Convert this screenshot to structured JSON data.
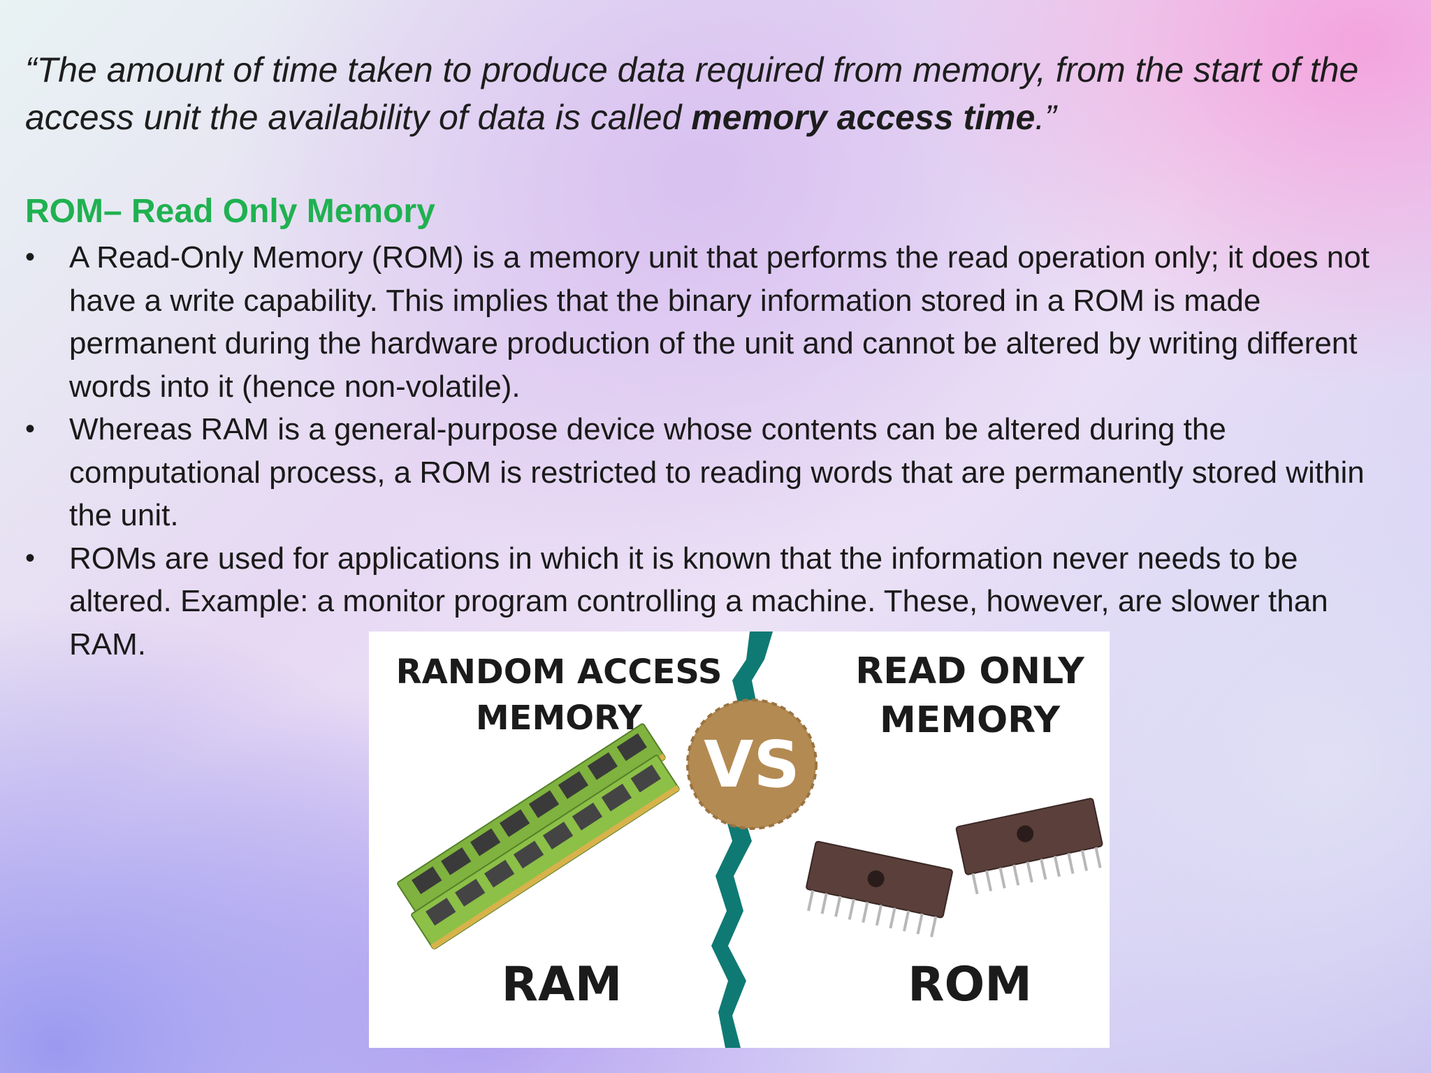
{
  "quote": {
    "open_mark": "“",
    "text_before": "The amount of time taken to produce data required from memory, from the start of the access unit the availability of data is called ",
    "bold_term": "memory access time",
    "text_after": ".”"
  },
  "section": {
    "heading": "ROM– Read Only Memory",
    "bullet_symbol": "•",
    "bullets": [
      "A Read-Only Memory (ROM) is a memory unit that performs the read operation only; it does not have a write capability. This implies that the binary information stored in a ROM is made permanent during the hardware production of the unit and cannot be altered by writing different words into it (hence non-volatile).",
      "Whereas RAM is a general-purpose device whose contents can be altered during the computational process, a ROM is restricted to reading words that are permanently stored within the unit.",
      "ROMs are used for applications in which it is known that the information never needs to be altered. Example: a monitor program controlling a machine. These, however, are slower than RAM."
    ]
  },
  "image": {
    "left_title_line1": "RANDOM ACCESS",
    "left_title_line2": "MEMORY",
    "right_title_line1": "READ ONLY",
    "right_title_line2": "MEMORY",
    "vs_label": "VS",
    "left_caption": "RAM",
    "right_caption": "ROM",
    "colors": {
      "divider": "#0f7a73",
      "vs_circle": "#b38a52",
      "ram_board": "#7fb23e",
      "chip_body": "#5a3f3a"
    }
  }
}
